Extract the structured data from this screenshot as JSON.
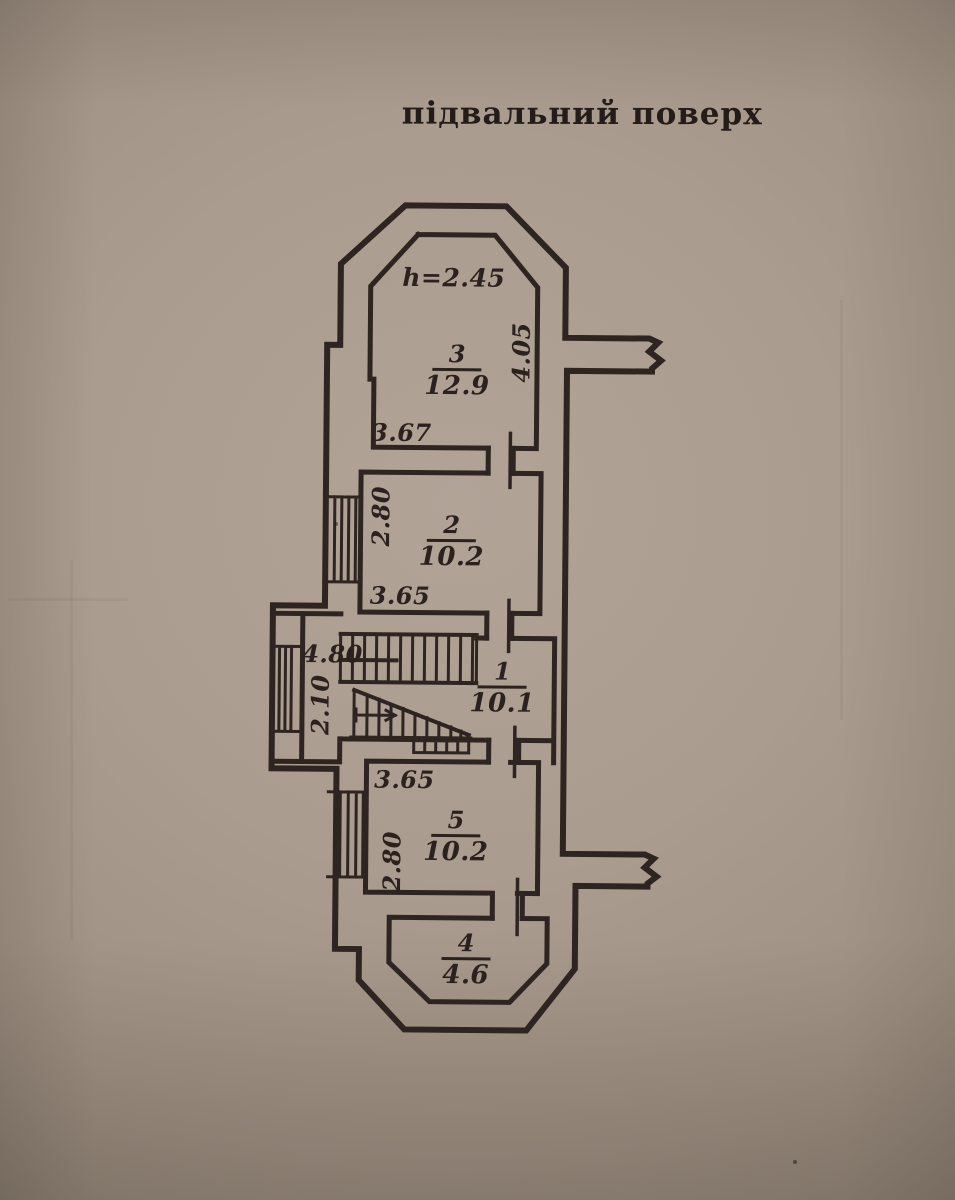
{
  "title": "підвальний поверх",
  "colors": {
    "paper": "#a89b8d",
    "ink": "#2b211e"
  },
  "plan": {
    "height_note": "h=2.45",
    "rooms": [
      {
        "number": "3",
        "area": "12.9"
      },
      {
        "number": "2",
        "area": "10.2"
      },
      {
        "number": "1",
        "area": "10.1"
      },
      {
        "number": "5",
        "area": "10.2"
      },
      {
        "number": "4",
        "area": "4.6"
      }
    ],
    "dimensions": {
      "room3_width": "3.67",
      "room3_depth": "4.05",
      "room2_depth": "2.80",
      "room2_width": "3.65",
      "stair_width": "4.80",
      "stair_depth": "2.10",
      "room5_width": "3.65",
      "room5_depth": "2.80"
    }
  }
}
